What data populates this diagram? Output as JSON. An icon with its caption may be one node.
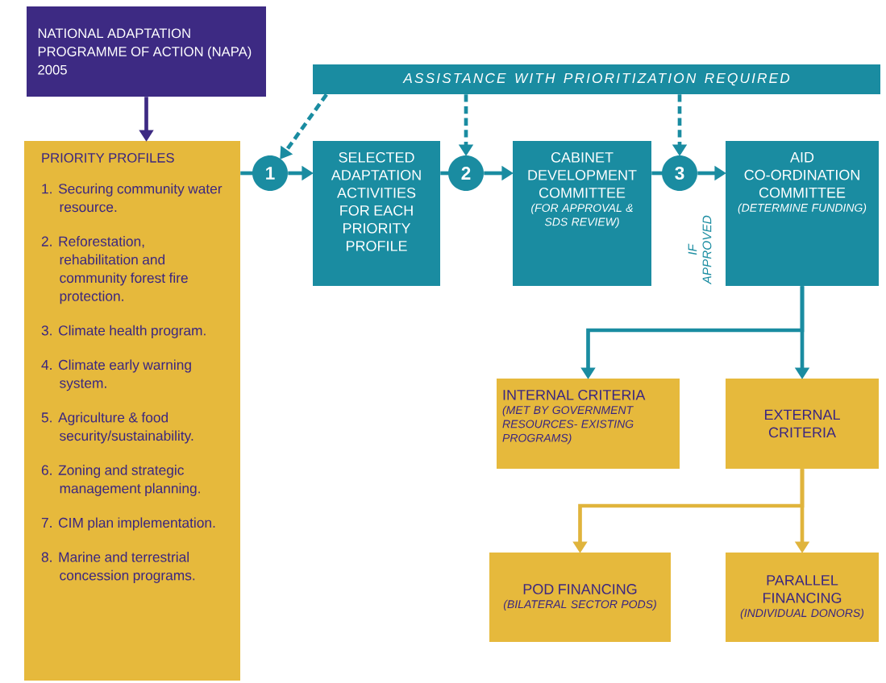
{
  "diagram": {
    "nodes": [
      {
        "text": [
          "NATIONAL ADAPTATION PROGRAMME OF ACTION (NAPA) 2005"
        ]
      },
      {
        "text": [
          "PRIORITY PROFILES",
          "1. Securing community water resource.",
          "2. Reforestation, rehabilitation and community forest fire protection.",
          "3. Climate health program.",
          "4. Climate early warning system.",
          "5. Agriculture & food security/sustainability.",
          "6. Zoning and strategic management planning.",
          "7. CIM plan implementation.",
          "8. Marine and terrestrial concession programs."
        ]
      },
      {
        "text": [
          "ASSISTANCE WITH PRIORITIZATION REQUIRED"
        ]
      },
      {
        "text": [
          "1"
        ]
      },
      {
        "text": [
          "SELECTED ADAPTATION ACTIVITIES FOR EACH PRIORITY PROFILE"
        ]
      },
      {
        "text": [
          "2"
        ]
      },
      {
        "text": [
          "CABINET DEVELOPMENT COMMITTEE",
          "(FOR APPROVAL & SDS REVIEW)"
        ]
      },
      {
        "text": [
          "3"
        ]
      },
      {
        "text": [
          "AID CO-ORDINATION COMMITTEE",
          "(DETERMINE FUNDING)"
        ]
      },
      {
        "text": [
          "INTERNAL CRITERIA",
          "(MET BY GOVERNMENT RESOURCES- EXISTING PROGRAMS)"
        ]
      },
      {
        "text": [
          "EXTERNAL CRITERIA"
        ]
      },
      {
        "text": [
          "POD FINANCING",
          "(BILATERAL SECTOR PODS)"
        ]
      },
      {
        "text": [
          "PARALLEL FINANCING",
          "(INDIVIDUAL DONORS)"
        ]
      }
    ],
    "edges": [
      {
        "from": 0,
        "to": 1,
        "arrow": "to",
        "color": "#3d2a83"
      },
      {
        "from": 1,
        "to": 3,
        "arrow": "none"
      },
      {
        "from": 3,
        "to": 4,
        "arrow": "to"
      },
      {
        "from": 4,
        "to": 5,
        "arrow": "none"
      },
      {
        "from": 5,
        "to": 6,
        "arrow": "to"
      },
      {
        "from": 6,
        "to": 7,
        "arrow": "none"
      },
      {
        "from": 7,
        "to": 8,
        "arrow": "to"
      },
      {
        "from": 2,
        "to": 3,
        "arrow": "to",
        "style": "dashed"
      },
      {
        "from": 2,
        "to": 5,
        "arrow": "to",
        "style": "dashed"
      },
      {
        "from": 2,
        "to": 7,
        "arrow": "to",
        "style": "dashed"
      },
      {
        "from": 8,
        "to": 9,
        "arrow": "to"
      },
      {
        "from": 8,
        "to": 10,
        "arrow": "to"
      },
      {
        "from": 10,
        "to": 11,
        "arrow": "to",
        "color": "#e0b43c"
      },
      {
        "from": 10,
        "to": 12,
        "arrow": "to",
        "color": "#e0b43c"
      }
    ],
    "labels": [
      "IF APPROVED"
    ]
  }
}
